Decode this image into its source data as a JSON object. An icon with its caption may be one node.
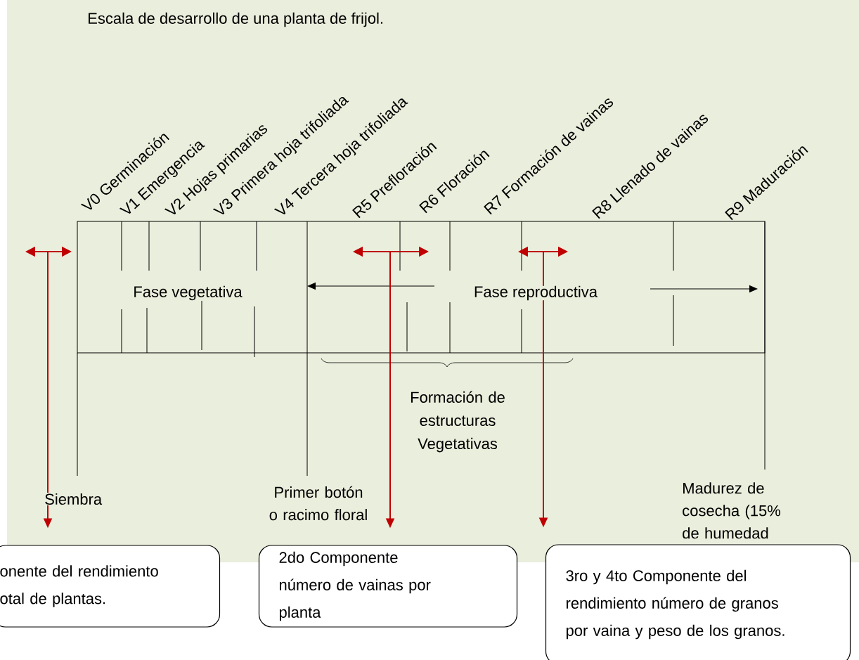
{
  "diagram": {
    "title": "Escala de desarrollo de una planta de frijol.",
    "nodes": [
      {
        "text": [
          "onente del rendimiento otal de plantas."
        ]
      },
      {
        "text": [
          "2do Componente número de vainas por planta"
        ]
      },
      {
        "text": [
          "3ro y 4to Componente del rendimiento número de granos por vaina y peso de los granos."
        ]
      }
    ],
    "edges": [
      {
        "from": null,
        "to": 0,
        "arrow": "to",
        "color": "#c00000"
      },
      {
        "from": null,
        "to": 1,
        "arrow": "to",
        "color": "#c00000"
      },
      {
        "from": null,
        "to": 2,
        "arrow": "to",
        "color": "#c00000"
      }
    ],
    "labels": [
      "V0 Germinación",
      "V1 Emergencia",
      "V2 Hojas primarias",
      "V3 Primera hoja trifoliada",
      "V4 Tercera hoja trifoliada",
      "R5 Prefloración",
      "R6 Floración",
      "R7 Formación de vainas",
      "R8 Llenado de vainas",
      "R9 Maduración",
      "Fase vegetativa",
      "Fase reproductiva",
      "Formación de estructuras Vegetativas",
      "Siembra",
      "Primer botón o racimo floral",
      "Madurez de cosecha (15% de humedad"
    ]
  }
}
